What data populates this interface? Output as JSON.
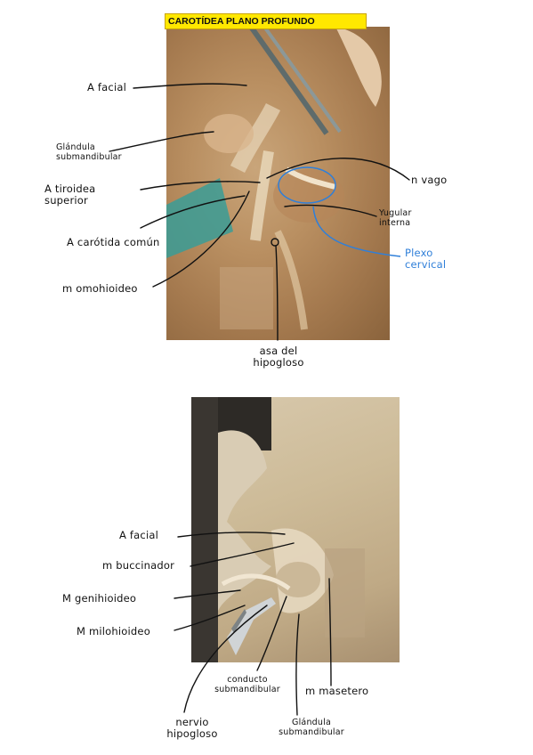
{
  "title": "CAROTÍDEA  PLANO PROFUNDO",
  "figure1": {
    "labels": {
      "a_facial": "A facial",
      "glandula": "Glándula\nsubmandibular",
      "tiroidea": "A tiroidea\nsuperior",
      "carotida": "A carótida común",
      "omohioideo": "m omohioideo",
      "vago": "n vago",
      "yugular": "Yugular\ninterna",
      "plexo": "Plexo\ncervical",
      "asa": "asa del\nhipogloso"
    }
  },
  "figure2": {
    "labels": {
      "a_facial": "A facial",
      "buccinador": "m buccinador",
      "genihioideo": "M genihioideo",
      "milohioideo": "M milohioideo",
      "nervio": "nervio\nhipogloso",
      "conducto": "conducto\nsubmandibular",
      "glandula": "Glándula\nsubmandibular",
      "masetero": "m masetero"
    }
  },
  "colors": {
    "title_bg": "#ffe800",
    "ink": "#111111",
    "annotation_blue": "#2f7fd9"
  }
}
